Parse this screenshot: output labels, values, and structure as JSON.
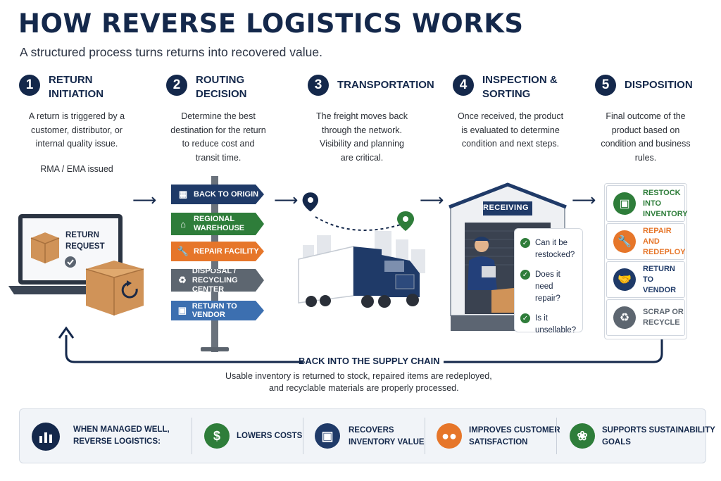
{
  "header": {
    "title": "HOW REVERSE LOGISTICS WORKS",
    "subtitle": "A structured process turns returns into recovered value."
  },
  "steps": [
    {
      "num": "1",
      "title": "RETURN\nINITIATION",
      "desc": "A return is triggered by a\ncustomer, distributor, or\ninternal quality issue.",
      "note": "RMA / EMA issued"
    },
    {
      "num": "2",
      "title": "ROUTING\nDECISION",
      "desc": "Determine the best\ndestination for the return\nto reduce cost and\ntransit time."
    },
    {
      "num": "3",
      "title": "TRANSPORTATION",
      "desc": "The freight moves back\nthrough the network.\nVisibility and planning\nare critical."
    },
    {
      "num": "4",
      "title": "INSPECTION &\nSORTING",
      "desc": "Once received, the product\nis evaluated to determine\ncondition and next steps."
    },
    {
      "num": "5",
      "title": "DISPOSITION",
      "desc": "Final outcome of the\nproduct based on\ncondition and business\nrules."
    }
  ],
  "laptop": {
    "label": "RETURN\nREQUEST"
  },
  "signpost": [
    {
      "label": "BACK TO ORIGIN",
      "color": "#1f3a68",
      "icon": "building-icon"
    },
    {
      "label": "REGIONAL\nWAREHOUSE",
      "color": "#2e7d3a",
      "icon": "house-icon"
    },
    {
      "label": "REPAIR FACILITY",
      "color": "#e6762a",
      "icon": "wrench-icon"
    },
    {
      "label": "DISPOSAL /\nRECYCLING CENTER",
      "color": "#5d6670",
      "icon": "recycle-icon"
    },
    {
      "label": "RETURN TO VENDOR",
      "color": "#3c6fb0",
      "icon": "box-icon"
    }
  ],
  "warehouse": {
    "sign": "RECEIVING",
    "checks": [
      "Can it be\nrestocked?",
      "Does it need\nrepair?",
      "Is it\nunsellable?"
    ]
  },
  "dispositions": [
    {
      "label": "RESTOCK INTO\nINVENTORY",
      "color": "#2e7d3a",
      "icon": "box-icon"
    },
    {
      "label": "REPAIR AND\nREDEPLOY",
      "color": "#e6762a",
      "icon": "wrench-icon"
    },
    {
      "label": "RETURN TO\nVENDOR",
      "color": "#1f3a68",
      "icon": "handshake-icon"
    },
    {
      "label": "SCRAP OR\nRECYCLE",
      "color": "#5d6670",
      "icon": "recycle-icon"
    }
  ],
  "loop": {
    "title": "BACK INTO THE SUPPLY CHAIN",
    "line1": "Usable inventory is returned to stock, repaired items are redeployed,",
    "line2": "and recyclable materials are properly processed."
  },
  "banner": {
    "intro": "WHEN MANAGED WELL,\nREVERSE LOGISTICS:",
    "benefits": [
      {
        "label": "LOWERS COSTS",
        "color": "#2e7d3a",
        "icon": "dollar-icon"
      },
      {
        "label": "RECOVERS\nINVENTORY VALUE",
        "color": "#1f3a68",
        "icon": "box-icon"
      },
      {
        "label": "IMPROVES CUSTOMER\nSATISFACTION",
        "color": "#e6762a",
        "icon": "people-icon"
      },
      {
        "label": "SUPPORTS SUSTAINABILITY\nGOALS",
        "color": "#2e7d3a",
        "icon": "leaf-icon"
      }
    ]
  }
}
